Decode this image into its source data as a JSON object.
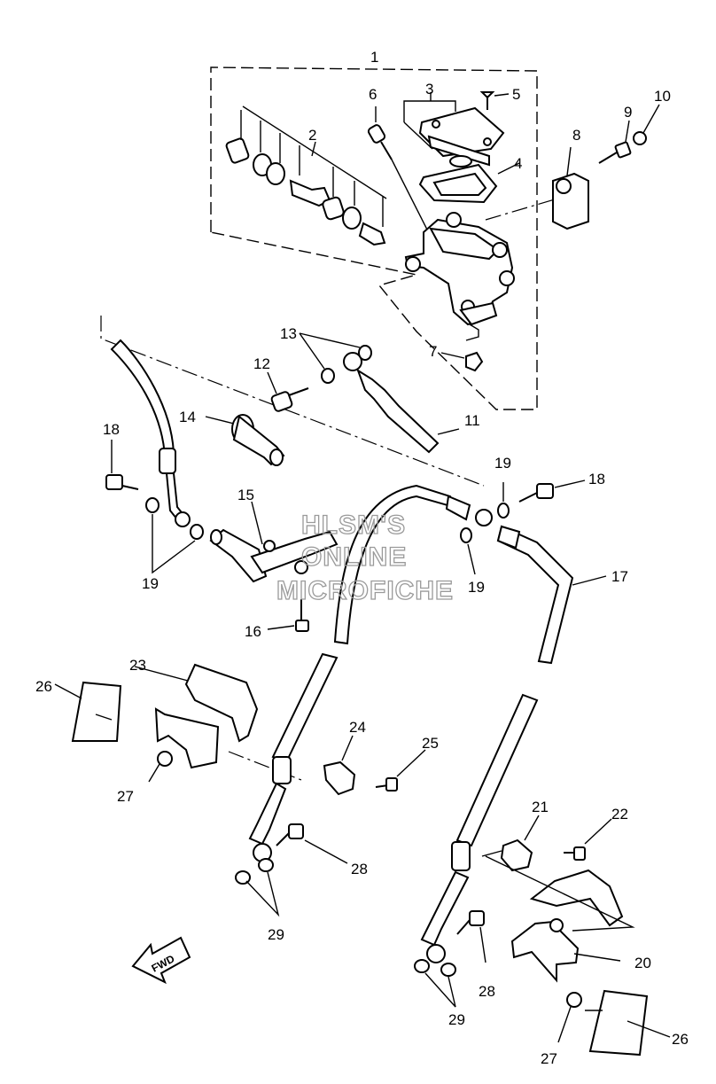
{
  "watermark": [
    "HLSM'S",
    "ONLINE",
    "MICROFICHE"
  ],
  "fwd_label": "FWD",
  "callouts": {
    "c1": "1",
    "c2": "2",
    "c3": "3",
    "c4": "4",
    "c5": "5",
    "c6": "6",
    "c7": "7",
    "c8": "8",
    "c9": "9",
    "c10": "10",
    "c11": "11",
    "c12": "12",
    "c13": "13",
    "c14": "14",
    "c15": "15",
    "c16": "16",
    "c17": "17",
    "c18a": "18",
    "c18b": "18",
    "c19a": "19",
    "c19b": "19",
    "c19c": "19",
    "c20": "20",
    "c21": "21",
    "c22": "22",
    "c23": "23",
    "c24": "24",
    "c25": "25",
    "c26a": "26",
    "c26b": "26",
    "c27a": "27",
    "c27b": "27",
    "c28a": "28",
    "c28b": "28",
    "c29a": "29",
    "c29b": "29"
  }
}
